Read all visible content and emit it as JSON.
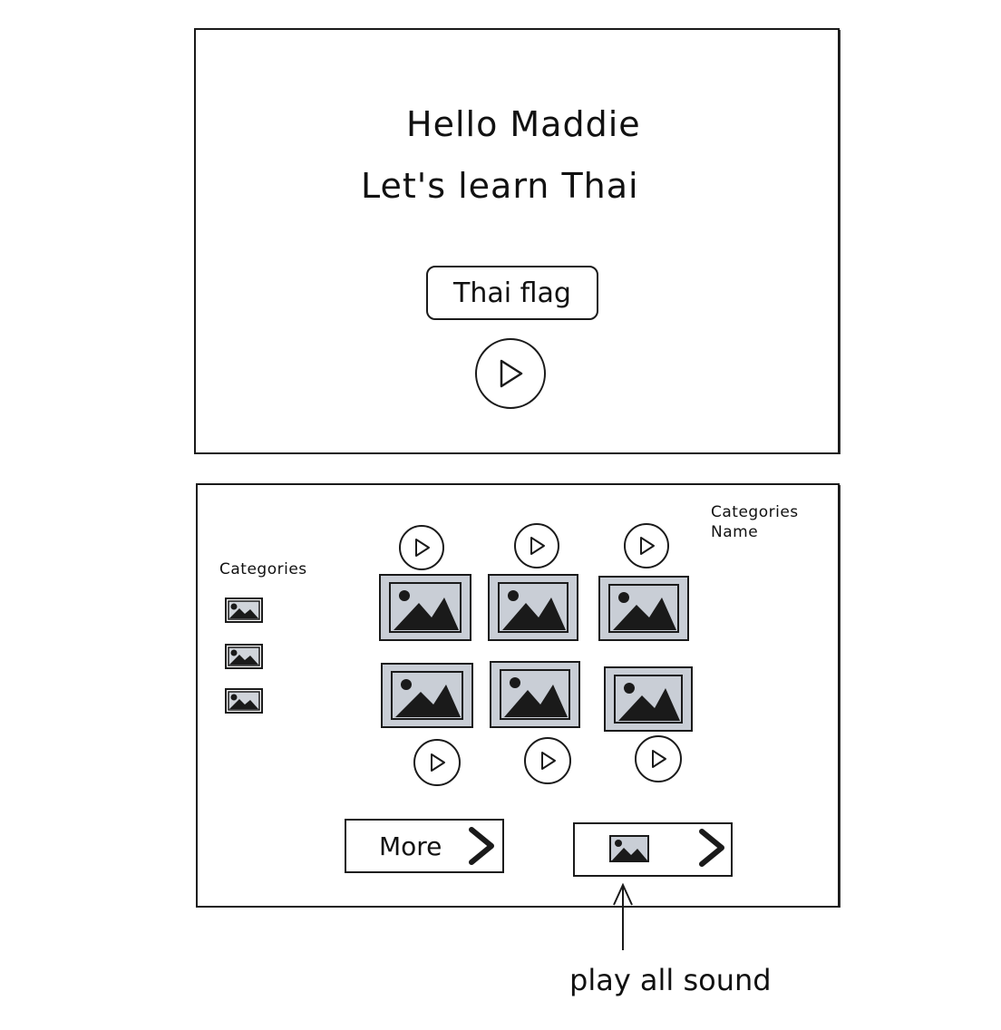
{
  "screen_welcome": {
    "greeting": "Hello Maddie",
    "subtitle": "Let's learn Thai",
    "flag_label": "Thai flag",
    "play_icon": "play-icon"
  },
  "screen_categories": {
    "sidebar_title": "Categories",
    "category_items": [
      "image-icon",
      "image-icon",
      "image-icon"
    ],
    "name_label_line1": "Categories",
    "name_label_line2": "Name",
    "more_label": "More",
    "play_all_icon": "image-icon"
  },
  "annotation": {
    "text": "play all sound"
  }
}
